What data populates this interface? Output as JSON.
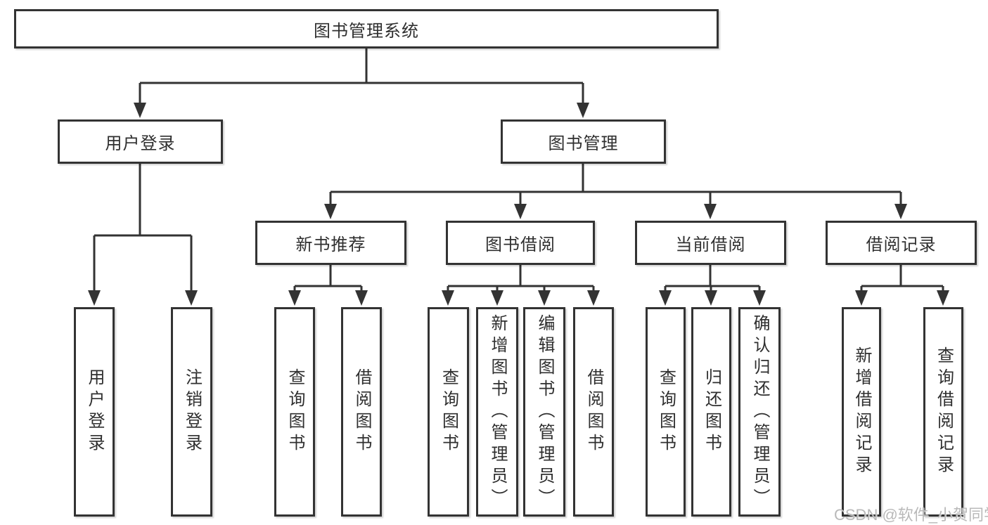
{
  "diagram": {
    "root": {
      "label": "图书管理系统"
    },
    "level2": [
      {
        "label": "用户登录",
        "children": [
          {
            "label": "用户登录"
          },
          {
            "label": "注销登录"
          }
        ]
      },
      {
        "label": "图书管理",
        "children": [
          {
            "label": "新书推荐",
            "children": [
              {
                "label": "查询图书"
              },
              {
                "label": "借阅图书"
              }
            ]
          },
          {
            "label": "图书借阅",
            "children": [
              {
                "label": "查询图书"
              },
              {
                "label": "新增图书（管理员）"
              },
              {
                "label": "编辑图书（管理员）"
              },
              {
                "label": "借阅图书"
              }
            ]
          },
          {
            "label": "当前借阅",
            "children": [
              {
                "label": "查询图书"
              },
              {
                "label": "归还图书"
              },
              {
                "label": "确认归还（管理员）"
              }
            ]
          },
          {
            "label": "借阅记录",
            "children": [
              {
                "label": "新增借阅记录"
              },
              {
                "label": "查询借阅记录"
              }
            ]
          }
        ]
      }
    ]
  },
  "watermark": {
    "text": "CSDN @软件_小贺同学"
  },
  "colors": {
    "line": "#333333",
    "text": "#2f2f2f",
    "watermark": "#b9b9b9",
    "background": "#ffffff"
  }
}
